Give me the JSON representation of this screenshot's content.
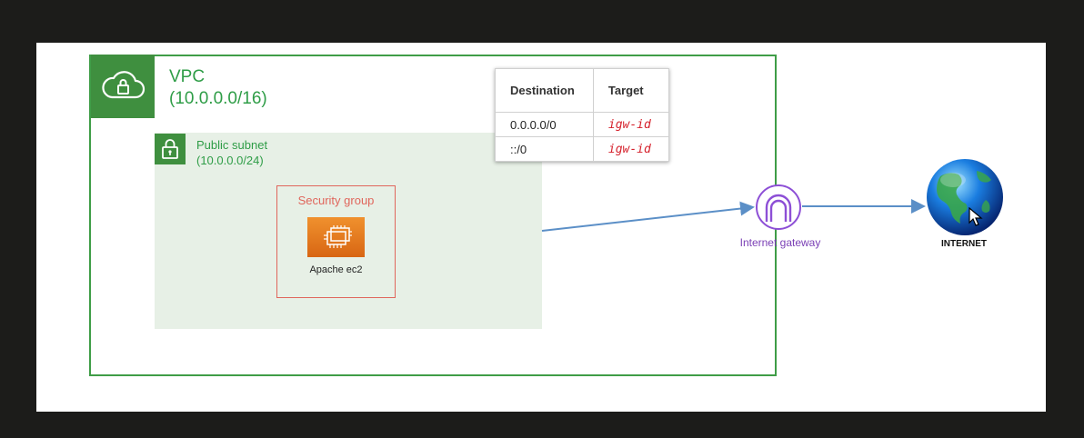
{
  "vpc": {
    "title": "VPC",
    "cidr": "(10.0.0.0/16)",
    "icon": "cloud-lock-icon"
  },
  "subnet": {
    "title": "Public subnet",
    "cidr": "(10.0.0.0/24)",
    "icon": "lock-icon"
  },
  "security_group": {
    "title": "Security group",
    "instance_label": "Apache ec2",
    "icon": "ec2-chip-icon"
  },
  "route_table": {
    "headers": [
      "Destination",
      "Target"
    ],
    "rows": [
      {
        "destination": "0.0.0.0/0",
        "target": "igw-id"
      },
      {
        "destination": "::/0",
        "target": "igw-id"
      }
    ]
  },
  "internet_gateway": {
    "label": "Internet gateway",
    "icon": "gateway-arch-icon"
  },
  "internet": {
    "label": "INTERNET",
    "icon": "globe-icon"
  },
  "colors": {
    "vpc_green": "#3f9d47",
    "subnet_fill": "#e7f0e6",
    "security_group_red": "#e0665c",
    "ec2_orange": "#e8801f",
    "gateway_purple": "#7a3fb5",
    "arrow_blue": "#5b8fc7",
    "target_red": "#d5202b"
  }
}
